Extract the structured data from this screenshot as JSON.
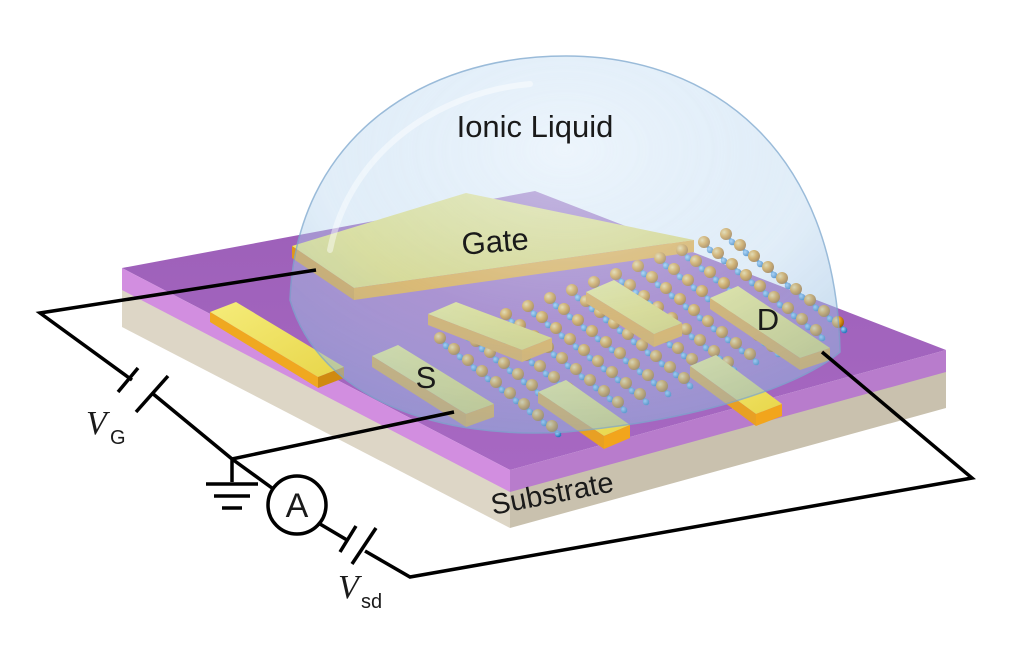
{
  "labels": {
    "ionic_liquid": "Ionic Liquid",
    "gate": "Gate",
    "source": "S",
    "drain": "D",
    "substrate": "Substrate",
    "ammeter": "A",
    "vg_main": "V",
    "vg_sub": "G",
    "vsd_main": "V",
    "vsd_sub": "sd"
  },
  "colors": {
    "substrate_top": "#d9d3c6",
    "substrate_side": "#cdc6b6",
    "dielectric": "#b565c8",
    "electrode_top": "#f1e35c",
    "electrode_side": "#e6a21e",
    "dome": "#b4d4ef",
    "atom_gold": "#e39a1a",
    "atom_blue": "#3a8fd0"
  },
  "icons": {
    "ground": "ground-symbol-icon",
    "battery": "battery-icon"
  }
}
